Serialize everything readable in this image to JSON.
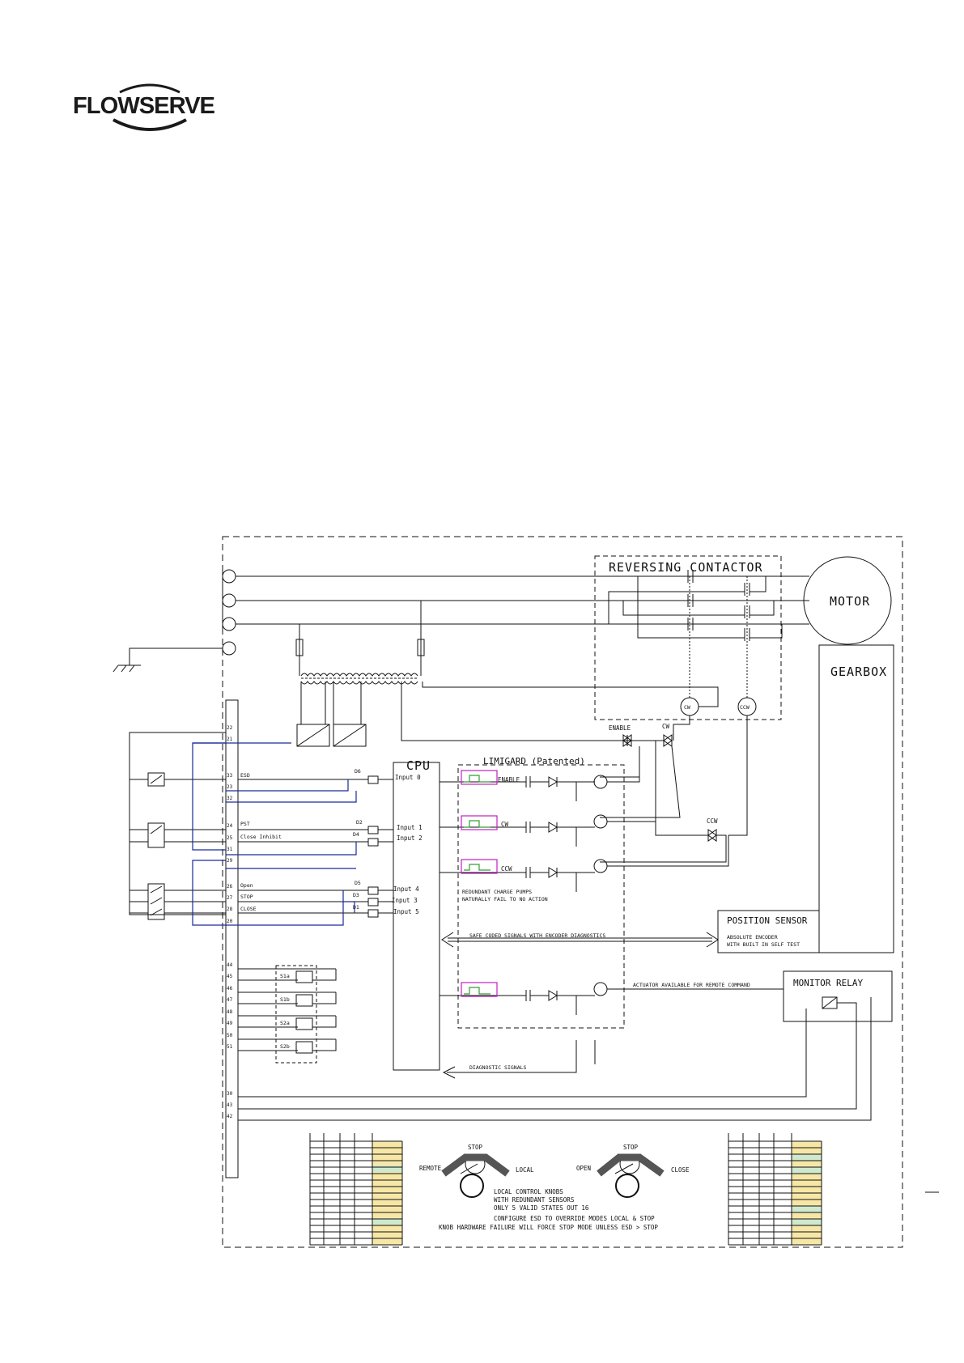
{
  "brand": {
    "name": "FLOWSERVE"
  },
  "blocks": {
    "reversing_contactor": "REVERSING CONTACTOR",
    "motor": "MOTOR",
    "gearbox": "GEARBOX",
    "cpu": "CPU",
    "limigard": "LIMIGARD (Patented)",
    "position_sensor": "POSITION SENSOR",
    "position_sensor_note1": "ABSOLUTE ENCODER",
    "position_sensor_note2": "WITH BUILT IN SELF TEST",
    "monitor_relay": "MONITOR RELAY"
  },
  "coils": {
    "cw": "CW",
    "ccw": "CCW"
  },
  "triacs": {
    "enable": "ENABLE",
    "cw": "CW",
    "ccw": "CCW"
  },
  "channels": {
    "enable": "ENABLE",
    "cw": "CW",
    "ccw": "CCW"
  },
  "cpu_inputs": {
    "input0": "Input 0",
    "input1": "Input 1",
    "input2": "Input 2",
    "input4": "Input 4",
    "input3": "Input 3",
    "input5": "Input 5"
  },
  "field_signals": {
    "esd": "ESD",
    "pst": "PST",
    "close_inhibit": "Close Inhibit",
    "open": "Open",
    "stop": "STOP",
    "close": "CLOSE"
  },
  "opto_labels": {
    "d6": "D6",
    "d2": "D2",
    "d4": "D4",
    "d5": "D5",
    "d3": "D3",
    "d1": "D1"
  },
  "terminals": {
    "t1": "22",
    "t2": "21",
    "t3": "33",
    "t4": "23",
    "t5": "32",
    "t6": "24",
    "t7": "25",
    "t8": "31",
    "t9": "29",
    "t10": "26",
    "t11": "27",
    "t12": "28",
    "t13": "20",
    "t14": "44",
    "t15": "45",
    "t16": "46",
    "t17": "47",
    "t18": "48",
    "t19": "49",
    "t20": "50",
    "t21": "51",
    "t22": "30",
    "t23": "43",
    "t24": "42"
  },
  "switches": {
    "s1a": "S1a",
    "s1b": "S1b",
    "s2a": "S2a",
    "s2b": "S2b"
  },
  "notes": {
    "charge_pumps_1": "REDUNDANT CHARGE PUMPS",
    "charge_pumps_2": "NATURALLY FAIL TO NO ACTION",
    "safe_coded": "SAFE CODED SIGNALS WITH ENCODER DIAGNOSTICS",
    "actuator_available": "ACTUATOR AVAILABLE FOR REMOTE COMMAND",
    "diagnostic": "DIAGNOSTIC SIGNALS",
    "knobs_1": "LOCAL CONTROL KNOBS",
    "knobs_2": "WITH REDUNDANT SENSORS",
    "knobs_3": "ONLY 5 VALID STATES OUT 16",
    "knobs_4": "CONFIGURE ESD TO OVERRIDE MODES LOCAL & STOP",
    "knobs_5": "KNOB HARDWARE FAILURE WILL FORCE STOP MODE UNLESS ESD > STOP"
  },
  "knob_left": {
    "top": "STOP",
    "left": "REMOTE",
    "right": "LOCAL"
  },
  "knob_right": {
    "top": "STOP",
    "left": "OPEN",
    "right": "CLOSE"
  },
  "colors": {
    "line": "#111111",
    "blue_wire": "#1a2a9a",
    "magenta_box": "#c020c0",
    "green_trace": "#30a030",
    "table_yellow": "#f7e7a6",
    "table_green": "#cfe9cf"
  }
}
